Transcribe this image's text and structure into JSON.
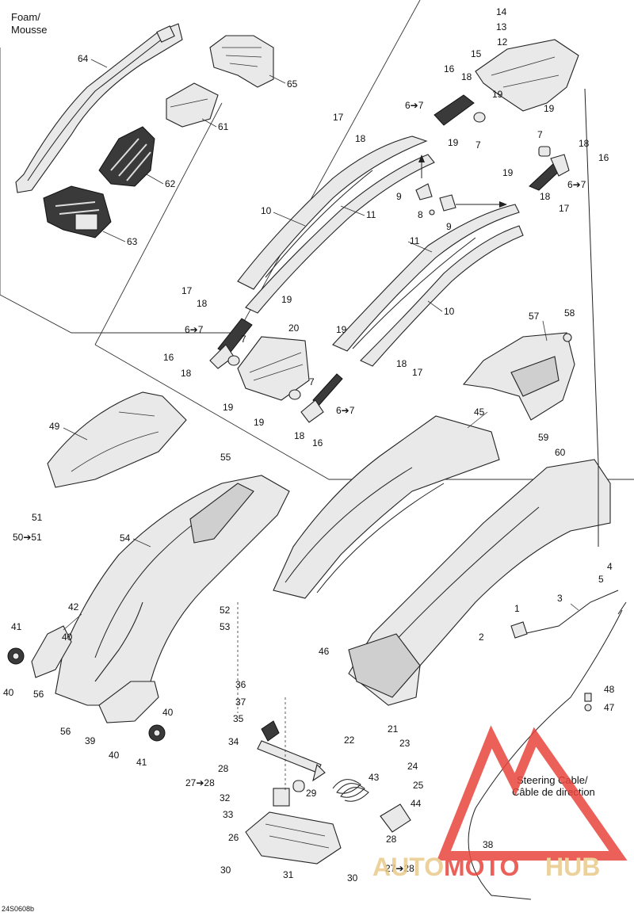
{
  "notes": {
    "foam": "Foam/",
    "foam_fr": "Mousse",
    "steering": "Steering Cable/",
    "steering_fr": "Câble de direction",
    "code": "24S0608b"
  },
  "watermark": {
    "part_a": "AUTO",
    "part_b": "MOTO",
    "part_c": "HUB",
    "color_red": "#e8453c",
    "color_gold": "#e9c98a"
  },
  "callouts": {
    "c64": "64",
    "c65": "65",
    "c61": "61",
    "c62": "62",
    "c63": "63",
    "c14": "14",
    "c13": "13",
    "c12": "12",
    "c15": "15",
    "c16a": "16",
    "c18a": "18",
    "c6_7a": "6➔7",
    "c19a": "19",
    "c7a": "7",
    "c19b": "19",
    "c17a": "17",
    "c18b": "18",
    "c19c": "19",
    "c7b": "7",
    "c18c": "18",
    "c16b": "16",
    "c6_7b": "6➔7",
    "c19d": "19",
    "c18d": "18",
    "c17b": "17",
    "c9a": "9",
    "c8": "8",
    "c9b": "9",
    "c10a": "10",
    "c11a": "11",
    "c11b": "11",
    "c10b": "10",
    "c17c": "17",
    "c18e": "18",
    "c19e": "19",
    "c6_7c": "6➔7",
    "c7c": "7",
    "c16c": "16",
    "c18f": "18",
    "c20": "20",
    "c19f": "19",
    "c19g": "19",
    "c7d": "7",
    "c6_7d": "6➔7",
    "c18g": "18",
    "c16d": "16",
    "c19h": "19",
    "c18h": "18",
    "c17d": "17",
    "c57": "57",
    "c58": "58",
    "c59": "59",
    "c60": "60",
    "c49": "49",
    "c55": "55",
    "c45": "45",
    "c51": "51",
    "c50_51": "50➔51",
    "c54": "54",
    "c52": "52",
    "c53": "53",
    "c42": "42",
    "c41a": "41",
    "c40a": "40",
    "c40b": "40",
    "c56a": "56",
    "c56b": "56",
    "c39": "39",
    "c40c": "40",
    "c40d": "40",
    "c41b": "41",
    "c46": "46",
    "c4": "4",
    "c5": "5",
    "c3": "3",
    "c1": "1",
    "c2": "2",
    "c48": "48",
    "c47": "47",
    "c36": "36",
    "c37": "37",
    "c35": "35",
    "c34": "34",
    "c22": "22",
    "c21": "21",
    "c23": "23",
    "c24": "24",
    "c25": "25",
    "c43": "43",
    "c28a": "28",
    "c27_28a": "27➔28",
    "c29": "29",
    "c32": "32",
    "c33": "33",
    "c44": "44",
    "c26": "26",
    "c28b": "28",
    "c30a": "30",
    "c31": "31",
    "c30b": "30",
    "c27_28b": "27➔28",
    "c38": "38"
  }
}
